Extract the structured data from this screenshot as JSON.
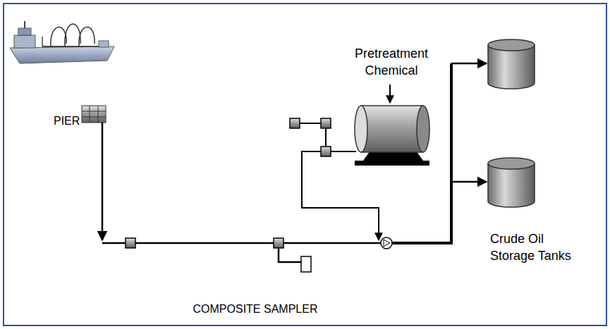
{
  "diagram": {
    "labels": [
      "Pretreatment Chemical",
      "PIER",
      "Crude Oil Storage Tanks",
      "COMPOSITE SAMPLER"
    ]
  }
}
